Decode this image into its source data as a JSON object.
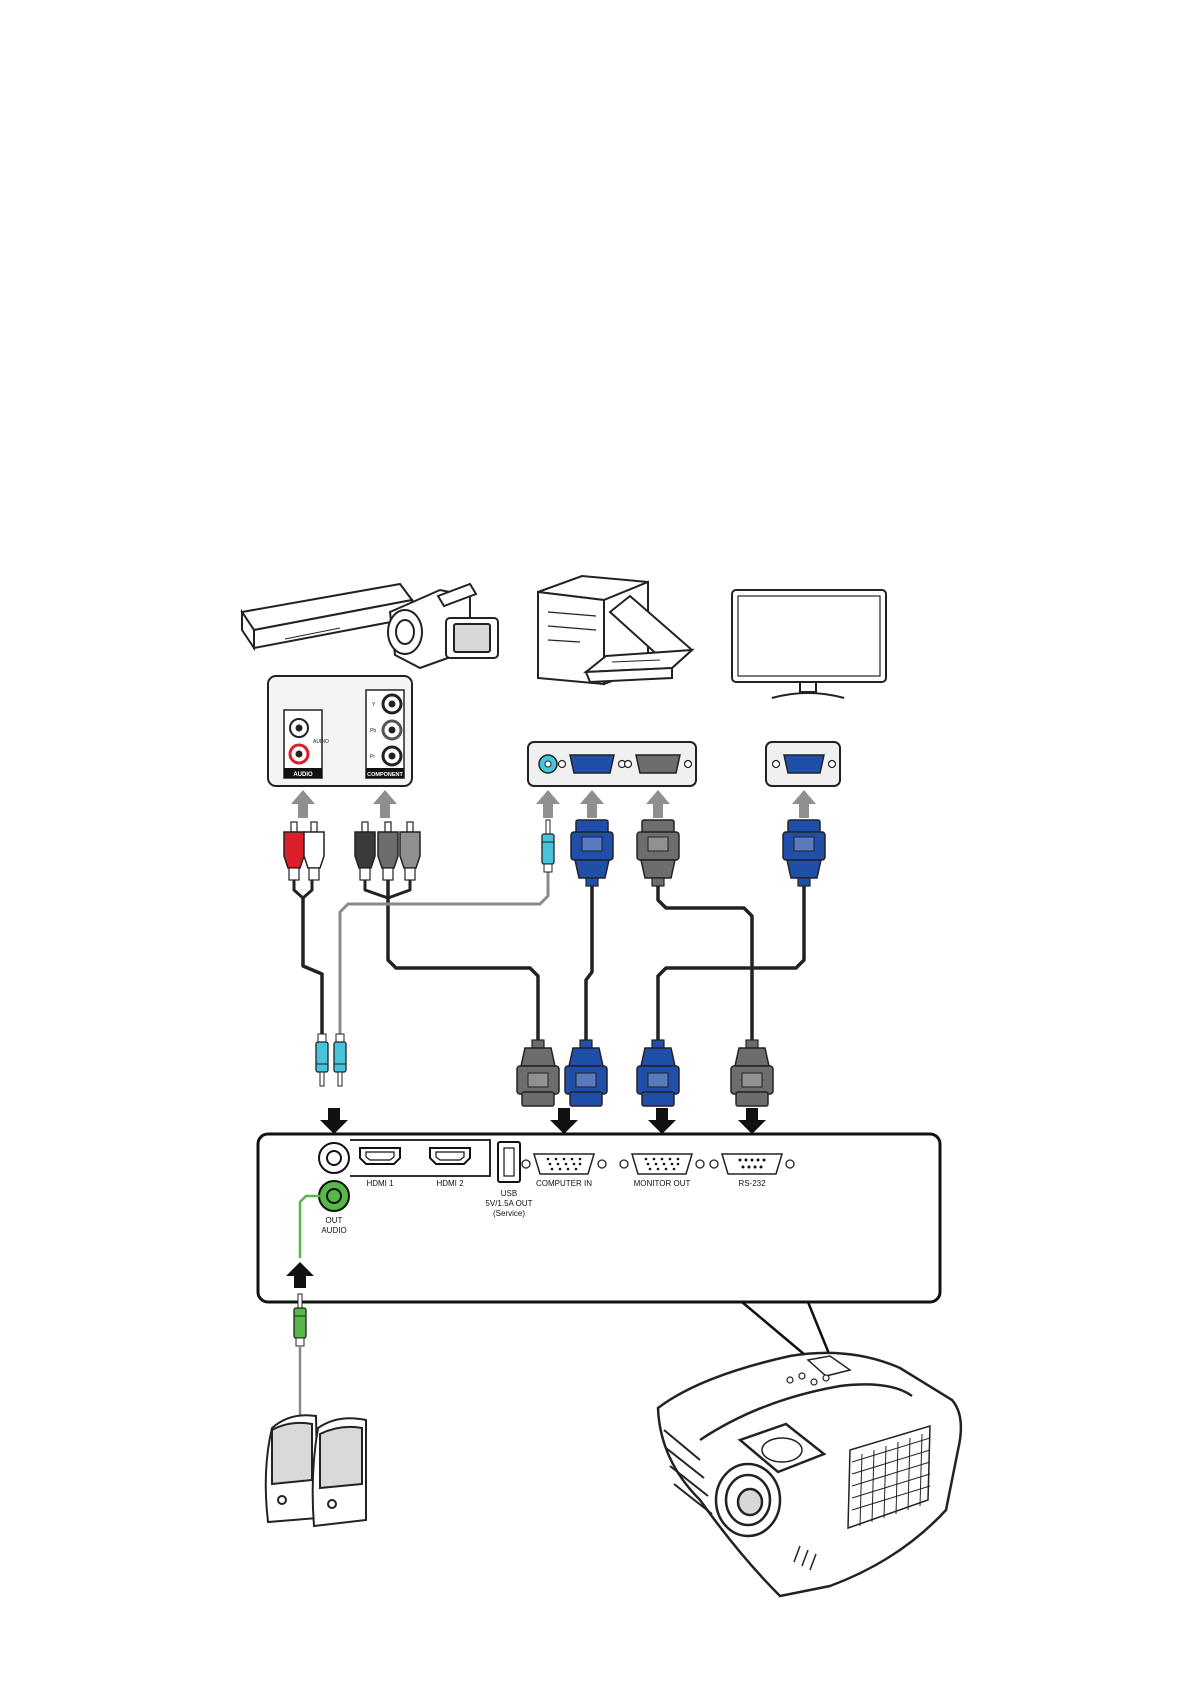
{
  "source_panel": {
    "audio_label": "AUDIO",
    "audio_sub": "AUDIO",
    "component_label": "COMPONENT",
    "component_y": "Y",
    "component_pb": "Pb",
    "component_pr": "Pr"
  },
  "projector_panel": {
    "hdmi1": "HDMI 1",
    "hdmi2": "HDMI 2",
    "usb_line1": "USB",
    "usb_line2": "5V/1.5A OUT",
    "usb_line3": "(Service)",
    "computer_in": "COMPUTER IN",
    "monitor_out": "MONITOR OUT",
    "rs232": "RS-232",
    "out_label": "OUT",
    "audio_label": "AUDIO"
  },
  "colors": {
    "vga_blue": "#1f4fa8",
    "vga_gray": "#6d6d6d",
    "rca_red": "#d9202a",
    "jack_cyan": "#45c4dc",
    "jack_green": "#56b847",
    "arrow_gray": "#8f8f8f"
  }
}
